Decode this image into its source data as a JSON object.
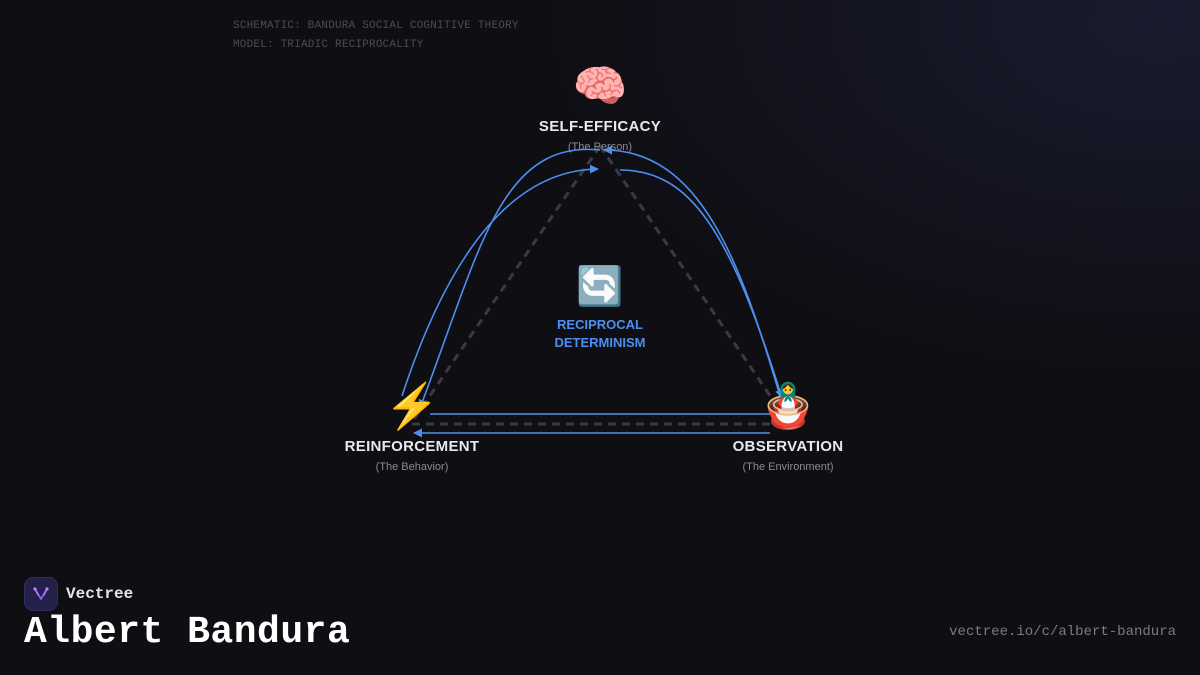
{
  "header": {
    "line1": "SCHEMATIC: BANDURA SOCIAL COGNITIVE THEORY",
    "line2": "MODEL: TRIADIC RECIPROCALITY"
  },
  "nodes": {
    "top": {
      "emoji": "🧠",
      "icon_name": "brain-icon",
      "title": "SELF-EFFICACY",
      "subtitle": "(The Person)"
    },
    "left": {
      "emoji": "⚡",
      "icon_name": "lightning-icon",
      "title": "REINFORCEMENT",
      "subtitle": "(The Behavior)"
    },
    "right": {
      "emoji": "🪆",
      "icon_name": "nesting-doll-icon",
      "title": "OBSERVATION",
      "subtitle": "(The Environment)"
    }
  },
  "center": {
    "emoji": "🔄",
    "icon_name": "cycle-arrows-icon",
    "label": "RECIPROCAL\nDETERMINISM"
  },
  "brand": {
    "name": "Vectree"
  },
  "footer": {
    "title": "Albert Bandura",
    "url": "vectree.io/c/albert-bandura"
  },
  "colors": {
    "accent": "#4d8ff0",
    "background": "#0e0e13",
    "dashed_edge": "#3a3a40",
    "brand_icon": "#23214a"
  }
}
